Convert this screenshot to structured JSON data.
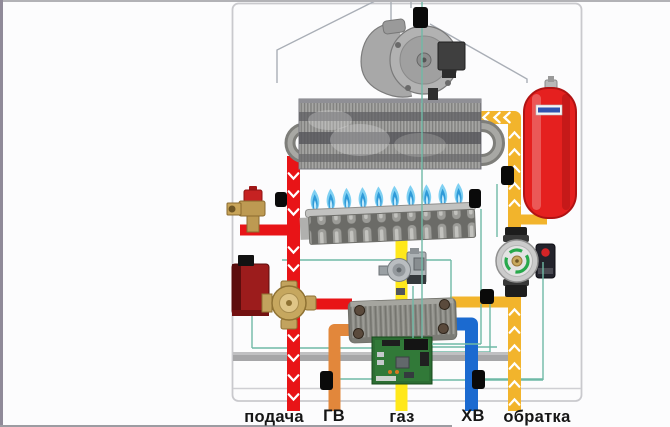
{
  "diagram": {
    "type": "gas-boiler-internal-structure",
    "pipe_labels": {
      "supply": "подача",
      "dhw": "ГВ",
      "gas": "газ",
      "cold_water": "ХВ",
      "return": "обратка"
    },
    "components": [
      "fan-blower",
      "primary-heat-exchanger",
      "burner-with-flames",
      "gas-valve",
      "secondary-plate-heat-exchanger",
      "expansion-tank",
      "circulation-pump",
      "three-way-valve-with-actuator",
      "safety-valve",
      "control-board",
      "bypass-pipe",
      "callout-markers"
    ],
    "colors": {
      "supply_pipe": "#e81417",
      "dhw_pipe": "#e2873b",
      "gas_pipe": "#ffe81a",
      "cold_water_pipe": "#1b6ad0",
      "return_pipe": "#f2b42c",
      "bypass_pipe": "#a6a6a8",
      "sensor_wires": "#6fb9a6",
      "case_outline": "#c9c9cd",
      "expansion_tank": "#e5201f",
      "flame": "#2f9ad8",
      "pcb": "#2c6e33"
    }
  }
}
